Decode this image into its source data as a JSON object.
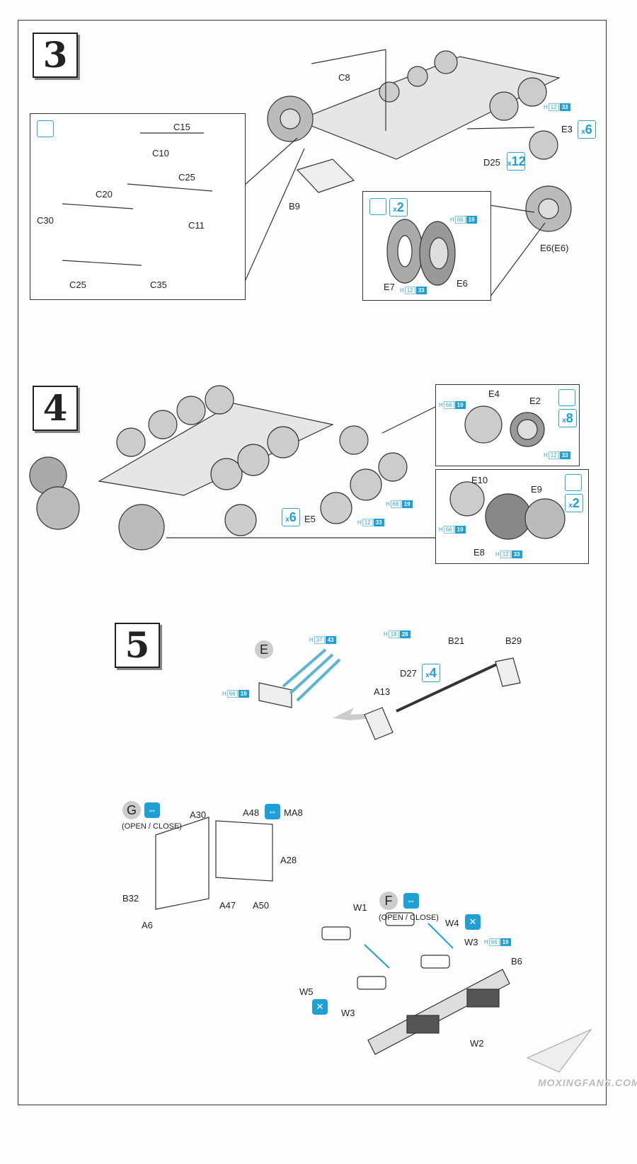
{
  "steps": {
    "s3": "3",
    "s4": "4",
    "s5": "5"
  },
  "step3": {
    "labels": {
      "c8": "C8",
      "e3": "E3",
      "d25": "D25",
      "b9": "B9",
      "e6e6": "E6(E6)",
      "c15": "C15",
      "c10": "C10",
      "c25a": "C25",
      "c20": "C20",
      "c11": "C11",
      "c30": "C30",
      "c25b": "C25",
      "c35": "C35",
      "e7": "E7",
      "e6": "E6"
    },
    "qty": {
      "e3": "6",
      "d25": "12",
      "wheel": "2"
    },
    "paint": {
      "e3": [
        "12",
        "33"
      ],
      "wheel_a": [
        "66",
        "19"
      ],
      "wheel_b": [
        "12",
        "33"
      ]
    }
  },
  "step4": {
    "labels": {
      "e4": "E4",
      "e2": "E2",
      "e10": "E10",
      "e9": "E9",
      "e8": "E8",
      "e5": "E5"
    },
    "qty": {
      "inset1": "8",
      "inset2": "2",
      "e5": "6"
    },
    "paint": {
      "i1a": [
        "66",
        "19"
      ],
      "i1b": [
        "12",
        "33"
      ],
      "i2a": [
        "66",
        "19"
      ],
      "i2b": [
        "12",
        "33"
      ],
      "m1": [
        "66",
        "19"
      ],
      "m2": [
        "12",
        "33"
      ]
    }
  },
  "step5": {
    "labels": {
      "e": "E",
      "b21": "B21",
      "b29": "B29",
      "d27": "D27",
      "a13": "A13",
      "g": "G",
      "open_close_g": "(OPEN / CLOSE)",
      "a30": "A30",
      "a48": "A48",
      "ma8": "MA8",
      "a28": "A28",
      "b32": "B32",
      "a47": "A47",
      "a50": "A50",
      "a6": "A6",
      "f": "F",
      "open_close_f": "(OPEN / CLOSE)",
      "w1": "W1",
      "w4": "W4",
      "w3a": "W3",
      "b6": "B6",
      "w5": "W5",
      "w3b": "W3",
      "w2": "W2"
    },
    "qty": {
      "d27": "4"
    },
    "paint": {
      "p1": [
        "37",
        "43"
      ],
      "p2": [
        "18",
        "28"
      ],
      "p3": [
        "66",
        "19"
      ],
      "p4": [
        "66",
        "19"
      ]
    }
  },
  "paint_prefix": "H",
  "qty_prefix": "x",
  "watermark": "MOXINGFANS.COM",
  "colors": {
    "accent": "#1ea0d6"
  }
}
